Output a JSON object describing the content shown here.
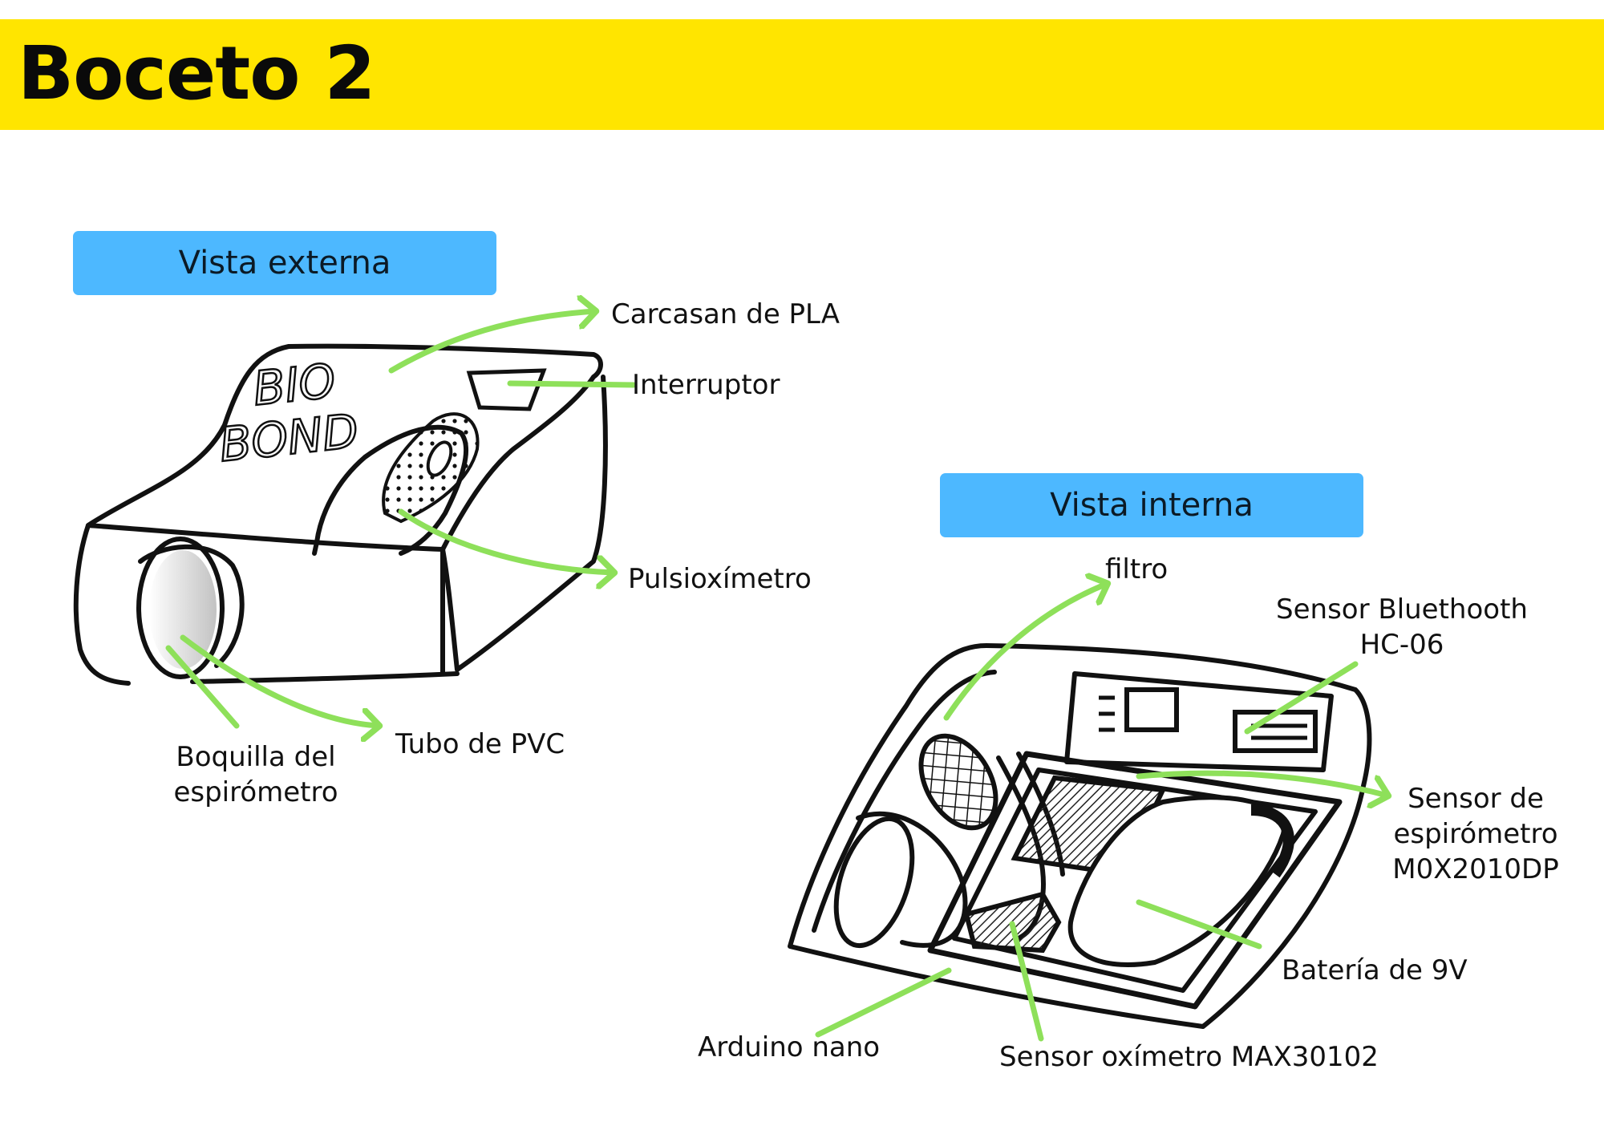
{
  "title": "Boceto 2",
  "views": {
    "external": "Vista externa",
    "internal": "Vista interna"
  },
  "logo_text": [
    "BIO",
    "BOND"
  ],
  "external_labels": {
    "shell": "Carcasan de PLA",
    "switch": "Interruptor",
    "pulse": "Pulsioxímetro",
    "tube": "Tubo de PVC",
    "mouthpiece_line1": "Boquilla del",
    "mouthpiece_line2": "espirómetro"
  },
  "internal_labels": {
    "filter": "filtro",
    "bluetooth_line1": "Sensor Bluethooth",
    "bluetooth_line2": "HC-06",
    "spiro_line1": "Sensor de",
    "spiro_line2": "espirómetro",
    "spiro_line3": "M0X2010DP",
    "battery": "Batería de 9V",
    "arduino": "Arduino nano",
    "oximeter": "Sensor oxímetro MAX30102"
  },
  "colors": {
    "banner": "#ffe500",
    "view_label": "#4db8ff",
    "arrow": "#8ee05a",
    "ink": "#111111"
  }
}
